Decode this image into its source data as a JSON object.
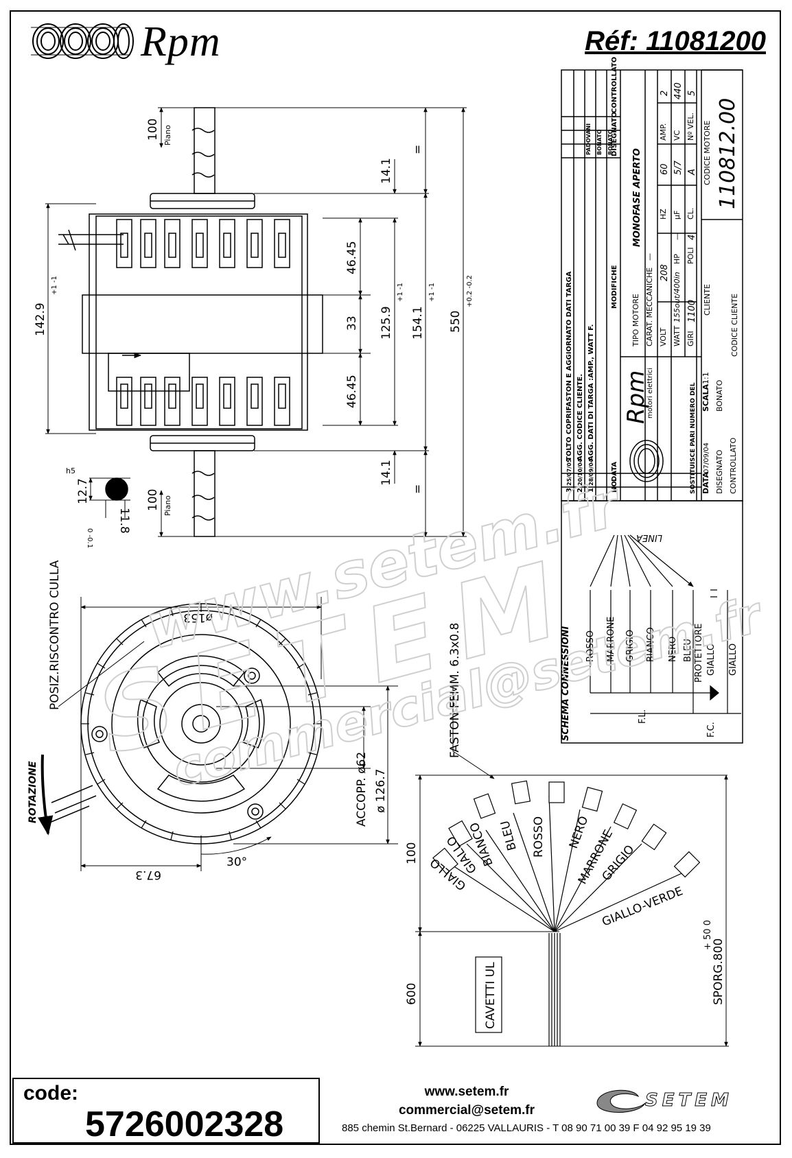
{
  "header": {
    "brand": "Rpm",
    "reference": "Réf:  11081200"
  },
  "footer": {
    "code_label": "code:",
    "code_value": "5726002328",
    "website": "www.setem.fr",
    "email": "commercial@setem.fr",
    "address": "885 chemin St.Bernard  -  06225 VALLAURIS  -  T 08 90 71 00 39   F 04 92 95 19 39",
    "setem_logo": "SETEM"
  },
  "watermark": {
    "line1": "www.setem.fr",
    "line2": "SETEM",
    "line3": "commercial@setem.fr"
  },
  "side_view": {
    "dims": {
      "shaft_len": "100",
      "piano": "Piano",
      "dim_142": "142.9",
      "tol_142": "+1 -1",
      "dim_46a": "46.45",
      "dim_33": "33",
      "dim_46b": "46.45",
      "dim_125": "125.9",
      "tol_125": "+1 -1",
      "dim_154": "154.1",
      "tol_154": "+1 -1",
      "dim_550": "550",
      "tol_550": "+0.2 -0.2",
      "dim_14a": "14.1",
      "dim_14b": "14.1",
      "eq": "=",
      "shaft_dia": "12.7",
      "shaft_fit": "h5",
      "shaft_flat": "11.8",
      "shaft_flat_tol": "0 -0.1"
    }
  },
  "front_view": {
    "posiz": "POSIZ.RISCONTRO CULLA",
    "rotation": "ROTAZIONE",
    "dia_153": "ø153",
    "accopp": "ACCOPP. ø62",
    "dia_126": "ø 126.7",
    "dim_67": "67.3",
    "angle": "30°"
  },
  "wires": {
    "faston": "FASTON FEMM. 6.3x0.8",
    "labels": [
      "GIALLO",
      "GIALLO",
      "BIANCO",
      "BLEU",
      "ROSSO",
      "NERO",
      "MARRONE",
      "GRIGIO",
      "GIALLO-VERDE"
    ],
    "dim_100": "100",
    "dim_600": "600",
    "cavetti": "CAVETTI  UL",
    "sporg": "SPORG.800",
    "sporg_tol": "+ 50  0"
  },
  "title_block": {
    "revisions": [
      {
        "no": "3",
        "date": "25/07/05",
        "text": "TOLTO COPRIFASTON E AGGIORNATO DATI TARGA",
        "sign": "PADOVANI"
      },
      {
        "no": "2",
        "date": "20/10/04",
        "text": "AGG. CODICE CLIENTE.",
        "sign": "BONATO"
      },
      {
        "no": "1",
        "date": "28/09/04",
        "text": "AGG. DATI DI TARGA :AMP., WATT F.",
        "sign": "BONATO"
      }
    ],
    "rev_header": {
      "no": "NO.",
      "date": "DATA",
      "text": "MODIFICHE",
      "sign": "DISEGNATO",
      "check": "CONTROLLATO"
    },
    "brand": "Rpm",
    "brand_sub": "motori elettrici",
    "tipo_motore_label": "TIPO MOTORE",
    "tipo_motore": "MONOFASE  APERTO",
    "carat_label": "CARAT. MECCANICHE",
    "carat_value": "—",
    "volt_label": "VOLT",
    "volt": "208",
    "hz_label": "HZ",
    "hz": "60",
    "amp_label": "AMP.",
    "amp": "2",
    "watt_label": "WATT",
    "watt": "155out/400in",
    "hp_label": "HP",
    "hp": "—",
    "uf_label": "µF",
    "uf": "5/7",
    "vc_label": "VC",
    "vc": "440",
    "giri_label": "GIRI",
    "giri": "1100",
    "poli_label": "POLI",
    "poli": "4",
    "cl_label": "CL.",
    "cl": "A",
    "nvel_label": "Nº VEL.",
    "nvel": "5",
    "codice_motore_label": "CODICE MOTORE",
    "codice_motore": "110812.00",
    "cliente_label": "CLIENTE",
    "codice_cliente_label": "CODICE CLIENTE",
    "sostituisce_label": "SOSTITUISCE PARI NUMERO DEL",
    "sostituisce": "-",
    "data_label": "DATA",
    "data": "07/09/04",
    "scala_label": "SCALA",
    "scala": "1:1",
    "disegnato_label": "DISEGNATO",
    "disegnato": "BONATO",
    "controllato_label": "CONTROLLATO"
  },
  "schema": {
    "title": "SCHEMA CONNESSIONI",
    "linea": "LINEA",
    "wires": [
      "ROSSO",
      "MARRONE",
      "GRIGIO",
      "BIANCO",
      "NERO",
      "BLEU",
      "PROTETTORE",
      "GIALLO",
      "GIALLO"
    ],
    "fl": "F.L.",
    "fc": "F.C."
  }
}
